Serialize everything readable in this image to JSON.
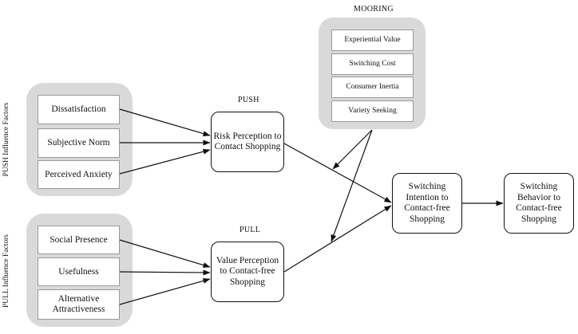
{
  "labels": {
    "mooring": "MOORING",
    "push": "PUSH",
    "pull": "PULL",
    "push_side": "PUSH Influence Factors",
    "pull_side": "PULL Influence Factors"
  },
  "push_factors": [
    "Dissatisfaction",
    "Subjective Norm",
    "Perceived Anxiety"
  ],
  "pull_factors": [
    "Social Presence",
    "Usefulness",
    "Alternative Attractiveness"
  ],
  "mooring_factors": [
    "Experiential Value",
    "Switching Cost",
    "Consumer Inertia",
    "Variety Seeking"
  ],
  "nodes": {
    "risk": "Risk Perception to Contact Shopping",
    "value": "Value Perception to Contact-free Shopping",
    "intention": "Switching Intention to Contact-free Shopping",
    "behavior": "Switching Behavior to Contact-free Shopping"
  },
  "edges": [
    {
      "from": "Dissatisfaction",
      "to": "Risk Perception to Contact Shopping"
    },
    {
      "from": "Subjective Norm",
      "to": "Risk Perception to Contact Shopping"
    },
    {
      "from": "Perceived Anxiety",
      "to": "Risk Perception to Contact Shopping"
    },
    {
      "from": "Social Presence",
      "to": "Value Perception to Contact-free Shopping"
    },
    {
      "from": "Usefulness",
      "to": "Value Perception to Contact-free Shopping"
    },
    {
      "from": "Alternative Attractiveness",
      "to": "Value Perception to Contact-free Shopping"
    },
    {
      "from": "Risk Perception to Contact Shopping",
      "to": "Switching Intention to Contact-free Shopping"
    },
    {
      "from": "Value Perception to Contact-free Shopping",
      "to": "Switching Intention to Contact-free Shopping"
    },
    {
      "from": "MOORING",
      "to": "Risk Perception to Contact Shopping → Switching Intention path"
    },
    {
      "from": "MOORING",
      "to": "Value Perception to Contact-free Shopping → Switching Intention path"
    },
    {
      "from": "Switching Intention to Contact-free Shopping",
      "to": "Switching Behavior to Contact-free Shopping"
    }
  ]
}
